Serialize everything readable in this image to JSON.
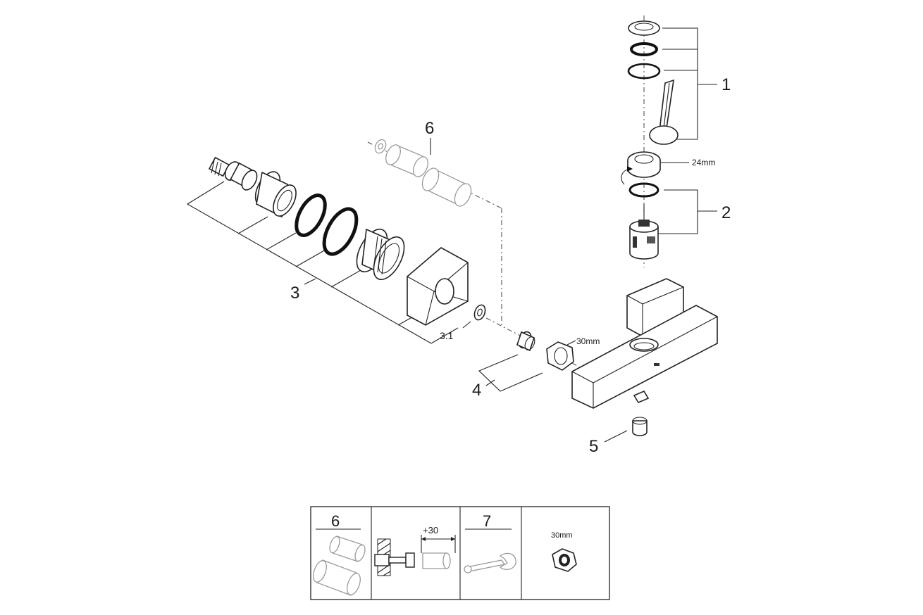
{
  "callouts": {
    "c1": "1",
    "c2": "2",
    "c3": "3",
    "c3_1": "3.1",
    "c4": "4",
    "c5": "5",
    "c6": "6"
  },
  "dimensions": {
    "cartridge_nut": "24mm",
    "hex_nut": "30mm"
  },
  "info_table": {
    "col1_number": "6",
    "col2_dimension": "+30",
    "col3_number": "7",
    "col4_dimension": "30mm"
  }
}
